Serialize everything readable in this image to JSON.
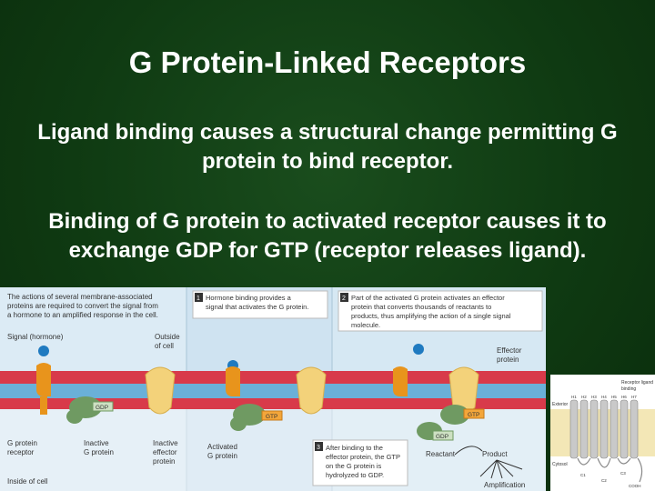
{
  "slide": {
    "title": "G Protein-Linked Receptors",
    "paragraph1": "Ligand binding causes a structural change permitting G protein to bind receptor.",
    "paragraph2": "Binding of G protein to activated receptor causes it to exchange GDP for GTP (receptor releases ligand)."
  },
  "figure": {
    "intro": [
      "The actions of several membrane-associated",
      "proteins are required to convert the signal from",
      "a hormone to an amplified response in the cell."
    ],
    "signal_label": "Signal (hormone)",
    "outside_label": [
      "Outside",
      "of cell"
    ],
    "gdp": "GDP",
    "gtp": "GTP",
    "g_protein_receptor": [
      "G protein",
      "receptor"
    ],
    "inactive_g_protein": [
      "Inactive",
      "G protein"
    ],
    "inactive_effector": [
      "Inactive",
      "effector",
      "protein"
    ],
    "inside_label": "Inside of cell",
    "step1_num": "1",
    "step1": [
      "Hormone binding provides a",
      "signal that activates the G protein."
    ],
    "activated_g_protein": [
      "Activated",
      "G protein"
    ],
    "step2_num": "2",
    "step2": [
      "Part of the activated G protein activates an effector",
      "protein that converts thousands of reactants to",
      "products, thus amplifying the action of a single signal",
      "molecule."
    ],
    "effector_protein": [
      "Effector",
      "protein"
    ],
    "step3_num": "3",
    "step3": [
      "After binding to the",
      "effector protein, the GTP",
      "on the G protein is",
      "hydrolyzed to GDP."
    ],
    "reactant": "Reactant",
    "product": "Product",
    "amplification": "Amplification"
  },
  "inset": {
    "outside": "Exterior",
    "cytosol": "Cytosol",
    "ligand": [
      "Receptor ligand",
      "binding"
    ],
    "helix_labels": [
      "H1",
      "H2",
      "H3",
      "H4",
      "H5",
      "H6",
      "H7"
    ],
    "cooh": "COOH",
    "loops": [
      "C1",
      "C2",
      "C3"
    ]
  },
  "colors": {
    "background": "#0f3a12",
    "text": "#ffffff",
    "figure_bg": "#cfe3f1",
    "receptor": "#e8941c",
    "g_protein": "#6f9a62",
    "effector": "#f3d27a",
    "hormone": "#1f7ac0",
    "membrane_red": "#d83a4a",
    "membrane_blue": "#6ab0d8",
    "step_box": "#ffffff"
  }
}
